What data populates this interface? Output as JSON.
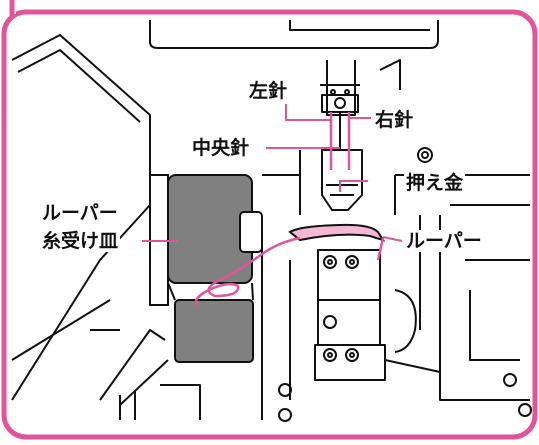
{
  "colors": {
    "frame": "#e0559a",
    "thread": "#e0559a",
    "line": "#111111",
    "spool": "#808080",
    "spool_dark": "#5e5e5e",
    "looper": "#f3b8d4",
    "leader": "#e0559a"
  },
  "labels": {
    "left_needle": "左針",
    "right_needle": "右針",
    "center_needle": "中央針",
    "presser_foot": "押え金",
    "looper": "ルーパー",
    "looper_spool_line1": "ルーパー",
    "looper_spool_line2": "糸受け皿"
  }
}
